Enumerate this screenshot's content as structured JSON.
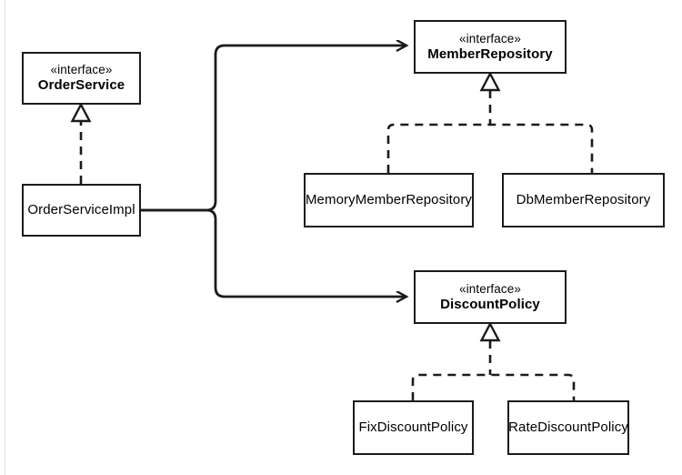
{
  "diagram": {
    "kind": "uml-class-diagram",
    "background": "#ffffff",
    "stroke_color": "#1b1b1b",
    "text_color": "#000000",
    "stereotype_label": "«interface»"
  },
  "nodes": {
    "order_service": {
      "stereotype": "«interface»",
      "name": "OrderService",
      "kind": "interface"
    },
    "order_service_impl": {
      "name": "OrderServiceImpl",
      "kind": "class"
    },
    "member_repository": {
      "stereotype": "«interface»",
      "name": "MemberRepository",
      "kind": "interface"
    },
    "memory_member_repository": {
      "name": "MemoryMemberRepository",
      "kind": "class"
    },
    "db_member_repository": {
      "name": "DbMemberRepository",
      "kind": "class"
    },
    "discount_policy": {
      "stereotype": "«interface»",
      "name": "DiscountPolicy",
      "kind": "interface"
    },
    "fix_discount_policy": {
      "name": "FixDiscountPolicy",
      "kind": "class"
    },
    "rate_discount_policy": {
      "name": "RateDiscountPolicy",
      "kind": "class"
    }
  },
  "edges": [
    {
      "id": "impl-realizes-order-service",
      "type": "realization",
      "style": "dashed",
      "head": "hollow-triangle",
      "from": "order_service_impl",
      "to": "order_service"
    },
    {
      "id": "impl-uses-member-repository",
      "type": "association",
      "style": "solid",
      "head": "open-arrow",
      "from": "order_service_impl",
      "to": "member_repository"
    },
    {
      "id": "impl-uses-discount-policy",
      "type": "association",
      "style": "solid",
      "head": "open-arrow",
      "from": "order_service_impl",
      "to": "discount_policy"
    },
    {
      "id": "memory-realizes-member-repository",
      "type": "realization",
      "style": "dashed",
      "head": "hollow-triangle",
      "from": "memory_member_repository",
      "to": "member_repository"
    },
    {
      "id": "db-realizes-member-repository",
      "type": "realization",
      "style": "dashed",
      "head": "hollow-triangle",
      "from": "db_member_repository",
      "to": "member_repository"
    },
    {
      "id": "fix-realizes-discount-policy",
      "type": "realization",
      "style": "dashed",
      "head": "hollow-triangle",
      "from": "fix_discount_policy",
      "to": "discount_policy"
    },
    {
      "id": "rate-realizes-discount-policy",
      "type": "realization",
      "style": "dashed",
      "head": "hollow-triangle",
      "from": "rate_discount_policy",
      "to": "discount_policy"
    }
  ]
}
